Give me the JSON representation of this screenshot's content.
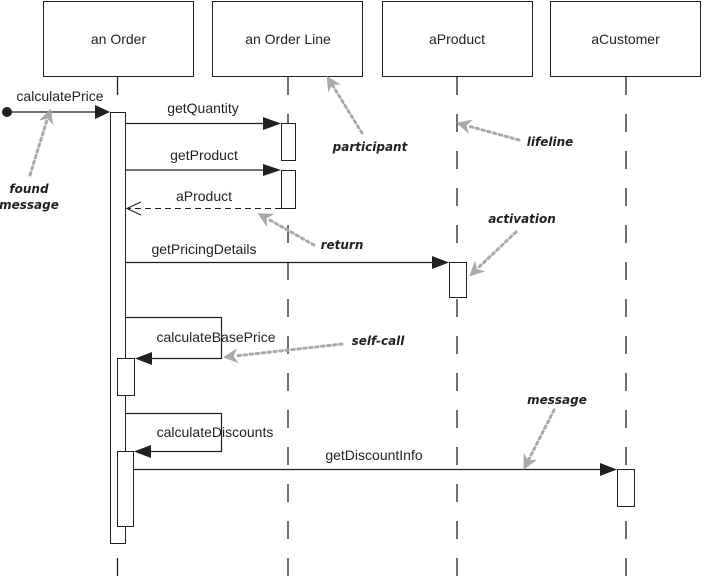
{
  "diagram": {
    "type": "UML sequence diagram",
    "colors": {
      "ink": "#231f20",
      "annotation": "#a7a9ac",
      "background": "#ffffff"
    },
    "participants": [
      {
        "id": "order",
        "label": "an Order"
      },
      {
        "id": "orderLine",
        "label": "an Order Line"
      },
      {
        "id": "product",
        "label": "aProduct"
      },
      {
        "id": "customer",
        "label": "aCustomer"
      }
    ],
    "messages": [
      {
        "label": "calculatePrice",
        "from": "found",
        "to": "order",
        "kind": "found"
      },
      {
        "label": "getQuantity",
        "from": "order",
        "to": "orderLine",
        "kind": "synchronous"
      },
      {
        "label": "getProduct",
        "from": "order",
        "to": "orderLine",
        "kind": "synchronous"
      },
      {
        "label": "aProduct",
        "from": "orderLine",
        "to": "order",
        "kind": "return"
      },
      {
        "label": "getPricingDetails",
        "from": "order",
        "to": "product",
        "kind": "synchronous"
      },
      {
        "label": "calculateBasePrice",
        "from": "order",
        "to": "order",
        "kind": "self-call"
      },
      {
        "label": "calculateDiscounts",
        "from": "order",
        "to": "order",
        "kind": "self-call"
      },
      {
        "label": "getDiscountInfo",
        "from": "order",
        "to": "customer",
        "kind": "synchronous"
      }
    ],
    "annotations": [
      {
        "id": "found",
        "lines": [
          "found",
          "message"
        ]
      },
      {
        "id": "participant",
        "lines": [
          "participant"
        ]
      },
      {
        "id": "lifeline",
        "lines": [
          "lifeline"
        ]
      },
      {
        "id": "return",
        "lines": [
          "return"
        ]
      },
      {
        "id": "activation",
        "lines": [
          "activation"
        ]
      },
      {
        "id": "selfcall",
        "lines": [
          "self-call"
        ]
      },
      {
        "id": "message",
        "lines": [
          "message"
        ]
      }
    ]
  }
}
